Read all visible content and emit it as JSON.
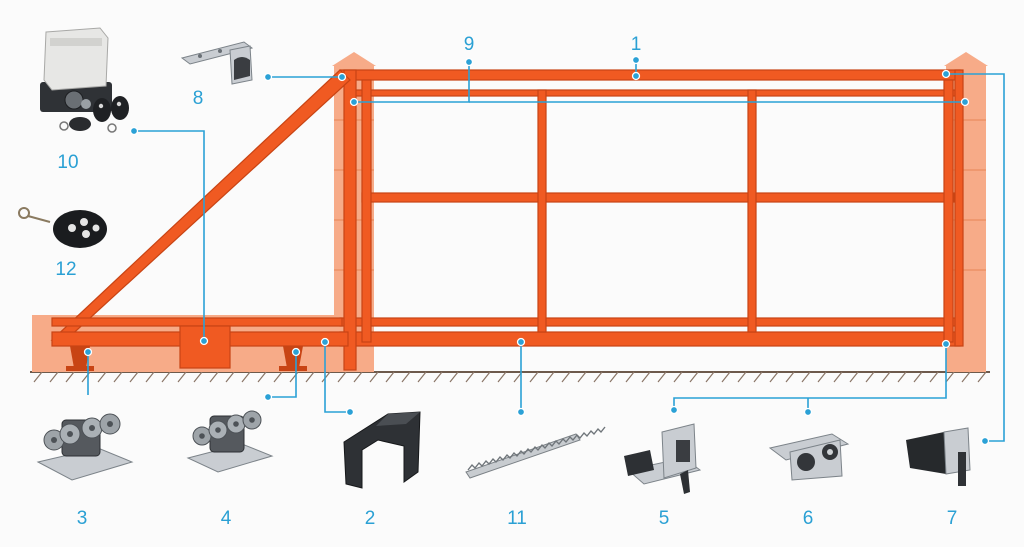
{
  "labels": {
    "frame": "1",
    "guide_rail": "2",
    "roller_carriage_a": "3",
    "roller_carriage_b": "4",
    "end_roller": "5",
    "top_guide_roller": "6",
    "catcher_bottom": "7",
    "catcher_top": "8",
    "frame_profile": "9",
    "drive_kit": "10",
    "gear_rack": "11",
    "remote": "12"
  },
  "colors": {
    "gate": "#f05a22",
    "pillar": "#f7ab88",
    "leader": "#2ba1d6",
    "label": "#2aa0d4"
  },
  "icons": {
    "drive_kit": "gate-motor-icon",
    "remote": "remote-keyfob-icon",
    "catcher_top": "top-catcher-bracket-icon",
    "roller_carriage": "roller-carriage-icon",
    "guide_rail": "guide-rail-profile-icon",
    "gear_rack": "gear-rack-icon",
    "end_roller": "end-roller-bracket-icon",
    "top_guide_roller": "guide-roller-icon",
    "catcher_bottom": "bottom-catcher-bracket-icon"
  }
}
